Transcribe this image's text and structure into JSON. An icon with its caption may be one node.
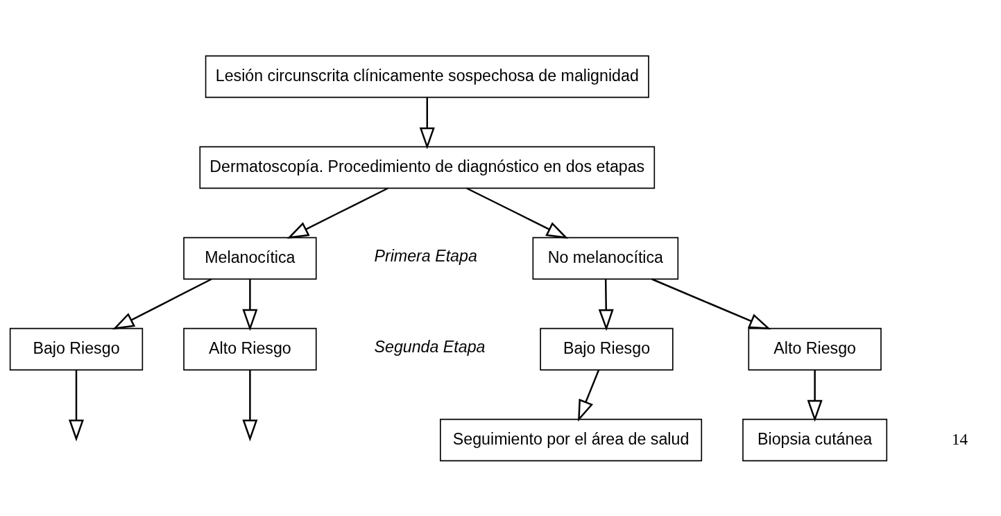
{
  "diagram": {
    "nodes": [
      {
        "text": [
          "Lesión circunscrita clínicamente sospechosa de malignidad"
        ]
      },
      {
        "text": [
          "Dermatoscopía. Procedimiento de diagnóstico en dos etapas"
        ]
      },
      {
        "text": [
          "Melanocítica"
        ]
      },
      {
        "text": [
          "No melanocítica"
        ]
      },
      {
        "text": [
          "Bajo Riesgo"
        ]
      },
      {
        "text": [
          "Alto Riesgo"
        ]
      },
      {
        "text": [
          "Bajo Riesgo"
        ]
      },
      {
        "text": [
          "Alto Riesgo"
        ]
      },
      {
        "text": [
          "Seguimiento por el área de salud"
        ]
      },
      {
        "text": [
          "Biopsia cutánea"
        ]
      }
    ],
    "edges": [
      {
        "from": 0,
        "to": 1,
        "arrow": "to"
      },
      {
        "from": 1,
        "to": 2,
        "arrow": "to"
      },
      {
        "from": 1,
        "to": 3,
        "arrow": "to"
      },
      {
        "from": 2,
        "to": 4,
        "arrow": "to"
      },
      {
        "from": 2,
        "to": 5,
        "arrow": "to"
      },
      {
        "from": 3,
        "to": 6,
        "arrow": "to"
      },
      {
        "from": 3,
        "to": 7,
        "arrow": "to"
      },
      {
        "from": 4,
        "to": null,
        "arrow": "to"
      },
      {
        "from": 5,
        "to": null,
        "arrow": "to"
      },
      {
        "from": 6,
        "to": 8,
        "arrow": "to"
      },
      {
        "from": 7,
        "to": 9,
        "arrow": "to"
      }
    ],
    "labels": [
      "Primera Etapa",
      "Segunda Etapa",
      "14"
    ]
  }
}
